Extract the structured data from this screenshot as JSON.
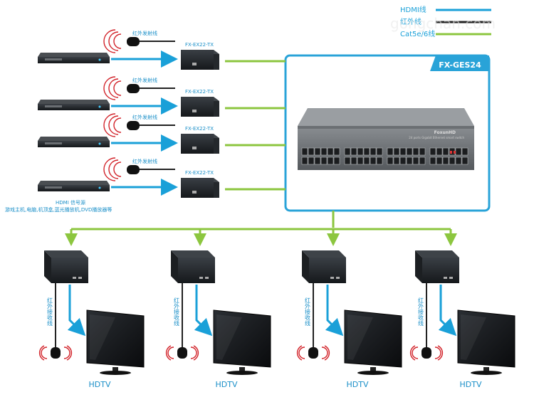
{
  "legend": {
    "hdmi_label": "HDMI线",
    "ir_label": "红外线",
    "cat_label": "Cat5e/6线",
    "watermark": "gongchan.com"
  },
  "colors": {
    "hdmi": "#1aa0d8",
    "cat": "#8cc63f",
    "ir": "#222222",
    "ir_label_red": "#d2232a",
    "label_blue": "#1a8fc8",
    "switch_border": "#29a3d8"
  },
  "sources": {
    "ir_tx_label": "红外发射线",
    "tx_label": "FX-EX22-TX",
    "source_caption_line1": "HDMI 信号源",
    "source_caption_line2": "游戏主机,电脑,机顶盒,蓝光播放机,DVD播放器等",
    "count": 4
  },
  "switch": {
    "title": "FX-GES24",
    "brand": "FoxunHD",
    "subtitle": "24 ports Gigabit Ethernet smart switch"
  },
  "receivers": {
    "ir_rx_label": "红外接收线",
    "tv_label": "HDTV",
    "count": 4
  }
}
